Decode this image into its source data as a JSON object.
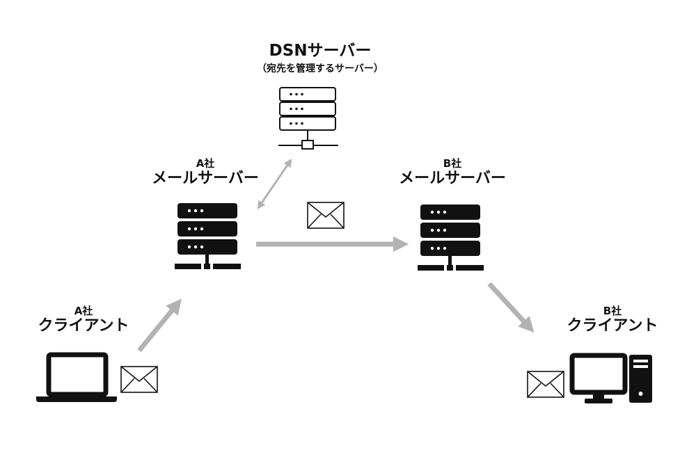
{
  "dsn_server": {
    "title": "DSNサーバー",
    "subtitle": "（宛先を管理するサーバー）",
    "icon": "server-outline-icon"
  },
  "a_mail_server": {
    "company": "A社",
    "title": "メールサーバー",
    "icon": "server-icon"
  },
  "b_mail_server": {
    "company": "B社",
    "title": "メールサーバー",
    "icon": "server-icon"
  },
  "a_client": {
    "company": "A社",
    "title": "クライアント",
    "icon": "laptop-icon"
  },
  "b_client": {
    "company": "B社",
    "title": "クライアント",
    "icon": "desktop-computer-icon"
  },
  "colors": {
    "arrow": "#b3b3b3",
    "icon": "#111111",
    "background": "#ffffff"
  }
}
